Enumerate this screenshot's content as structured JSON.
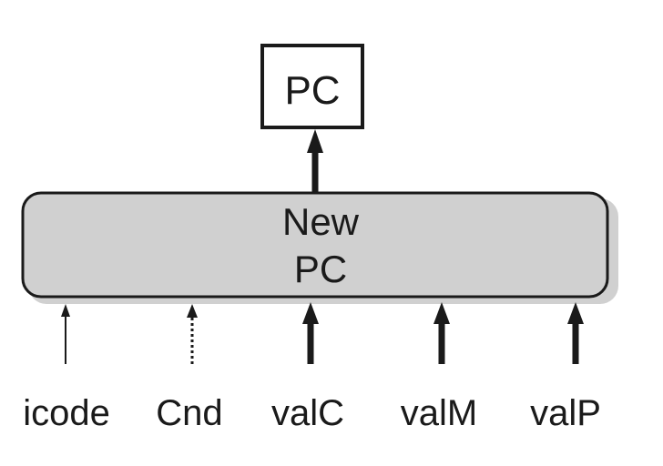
{
  "pc_register": {
    "label": "PC"
  },
  "new_pc_block": {
    "line1": "New",
    "line2": "PC"
  },
  "inputs": [
    {
      "label": "icode",
      "style": "thin"
    },
    {
      "label": "Cnd",
      "style": "dotted"
    },
    {
      "label": "valC",
      "style": "thick"
    },
    {
      "label": "valM",
      "style": "thick"
    },
    {
      "label": "valP",
      "style": "thick"
    }
  ],
  "colors": {
    "block_fill": "#d0d0d0",
    "stroke": "#1a1a1a",
    "background": "#ffffff"
  }
}
